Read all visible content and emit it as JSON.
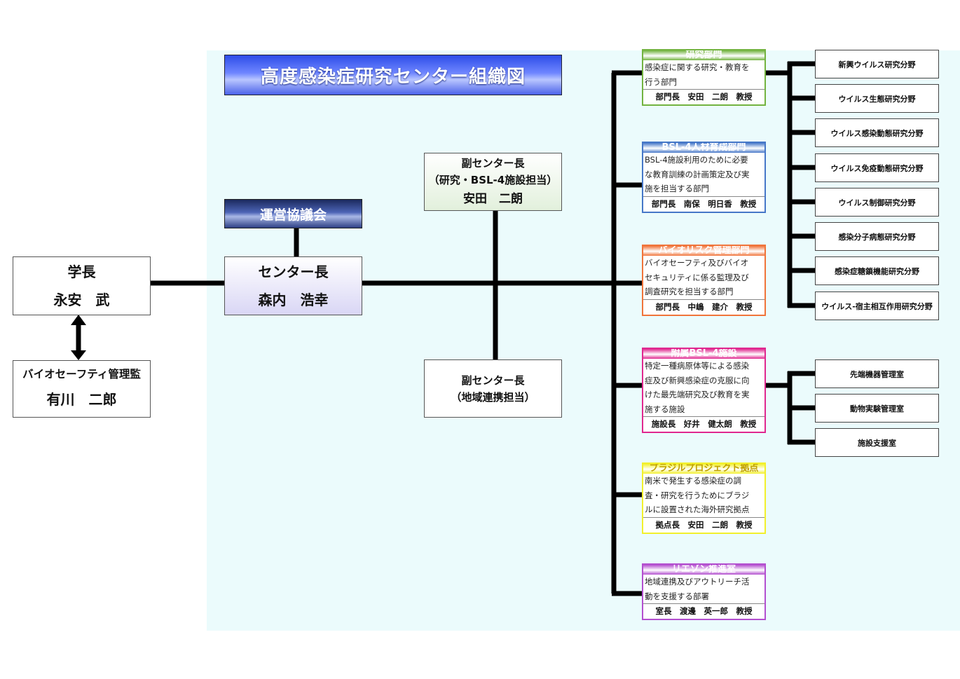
{
  "title": "高度感染症研究センター組織図",
  "council": "運営協議会",
  "president": {
    "role": "学長",
    "name": "永安　武"
  },
  "biosafety": {
    "role": "バイオセーフティ管理監",
    "name": "有川　二郎"
  },
  "director": {
    "role": "センター長",
    "name": "森内　浩幸"
  },
  "vice_research": {
    "role": "副センター長",
    "scope": "（研究・BSL-4施設担当）",
    "name": "安田　二朗"
  },
  "vice_regional": {
    "role": "副センター長",
    "scope": "（地域連携担当）"
  },
  "departments": [
    {
      "name": "研究部門",
      "desc": [
        "感染症に関する研究・教育を",
        "行う部門"
      ],
      "leader": "部門長　安田　二朗　教授",
      "color": "#73b340"
    },
    {
      "name": "BSL-4人材育成部門",
      "desc": [
        "BSL-4施設利用のために必要",
        "な教育訓練の計画策定及び実",
        "施を担当する部門"
      ],
      "leader": "部門長　南保　明日香　教授",
      "color": "#4677c8"
    },
    {
      "name": "バイオリスク管理部門",
      "desc": [
        "バイオセーフティ及びバイオ",
        "セキュリティに係る監理及び",
        "調査研究を担当する部門"
      ],
      "leader": "部門長　中嶋　建介　教授",
      "color": "#f0743a"
    },
    {
      "name": "附属BSL-4施設",
      "desc": [
        "特定一種病原体等による感染",
        "症及び新興感染症の克服に向",
        "けた最先端研究及び教育を実",
        "施する施設"
      ],
      "leader": "施設長　好井　健太朗　教授",
      "color": "#e0288f"
    },
    {
      "name": "ブラジルプロジェクト拠点",
      "desc": [
        "南米で発生する感染症の調",
        "査・研究を行うためにブラジ",
        "ルに設置された海外研究拠点"
      ],
      "leader": "拠点長　安田　二朗　教授",
      "color": "#f2f02c"
    },
    {
      "name": "リエゾン推進室",
      "desc": [
        "地域連携及びアウトリーチ活",
        "動を支援する部署"
      ],
      "leader": "室長　渡邊　英一郎　教授",
      "color": "#b34fcf"
    }
  ],
  "research_fields": [
    "新興ウイルス研究分野",
    "ウイルス生態研究分野",
    "ウイルス感染動態研究分野",
    "ウイルス免疫動態研究分野",
    "ウイルス制御研究分野",
    "感染分子病態研究分野",
    "感染症糖鎖機能研究分野",
    "ウイルス-宿主相互作用研究分野"
  ],
  "facility_rooms": [
    "先端機器管理室",
    "動物実験管理室",
    "施設支援室"
  ]
}
